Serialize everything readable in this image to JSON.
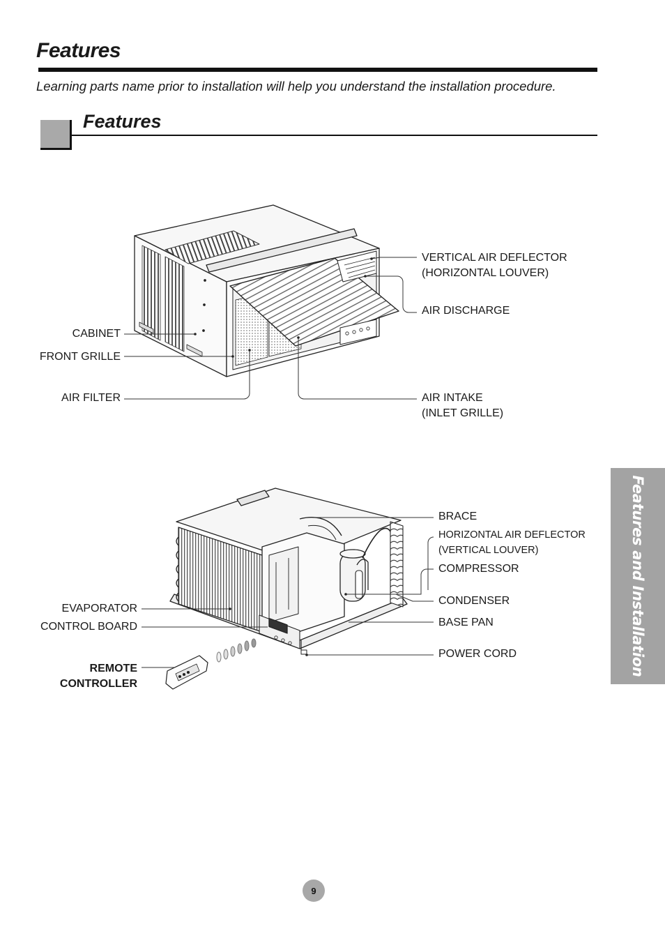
{
  "header": {
    "title": "Features",
    "intro": "Learning parts name prior to installation will help you understand the installation procedure."
  },
  "section": {
    "title": "Features"
  },
  "diagram_front": {
    "labels": {
      "vertical_air_deflector_line1": "VERTICAL AIR DEFLECTOR",
      "vertical_air_deflector_line2": "(HORIZONTAL LOUVER)",
      "air_discharge": "AIR DISCHARGE",
      "cabinet": "CABINET",
      "front_grille": "FRONT GRILLE",
      "air_filter": "AIR FILTER",
      "air_intake_line1": "AIR INTAKE",
      "air_intake_line2": "(INLET GRILLE)"
    }
  },
  "diagram_inside": {
    "labels": {
      "brace": "BRACE",
      "horizontal_air_deflector_line1": "HORIZONTAL AIR DEFLECTOR",
      "horizontal_air_deflector_line2": "(VERTICAL LOUVER)",
      "compressor": "COMPRESSOR",
      "condenser": "CONDENSER",
      "base_pan": "BASE PAN",
      "power_cord": "POWER CORD",
      "evaporator": "EVAPORATOR",
      "control_board": "CONTROL BOARD",
      "remote_line1": "REMOTE",
      "remote_line2": "CONTROLLER"
    }
  },
  "side_tab": {
    "text": "Features and Installation"
  },
  "footer": {
    "page_number": "9"
  }
}
